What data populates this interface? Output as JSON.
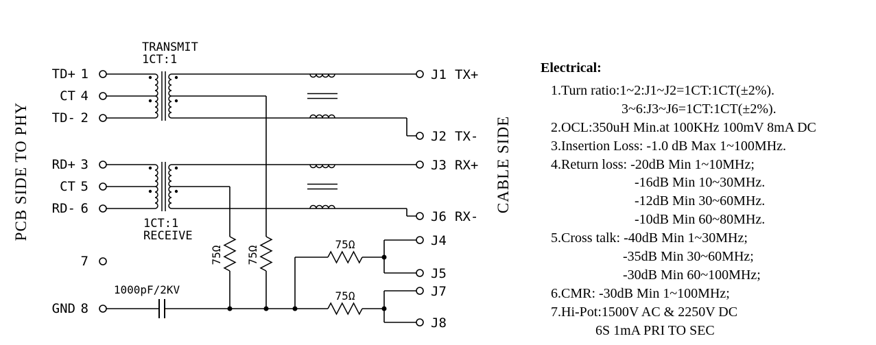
{
  "schematic": {
    "side_labels": {
      "left": "PCB SIDE TO PHY",
      "right": "CABLE SIDE"
    },
    "transformers": {
      "transmit": {
        "line1": "TRANSMIT",
        "line2": "1CT:1"
      },
      "receive": {
        "line1": "1CT:1",
        "line2": "RECEIVE"
      }
    },
    "left_pins": [
      {
        "name": "TD+",
        "number": "1"
      },
      {
        "name": "CT",
        "number": "4"
      },
      {
        "name": "TD-",
        "number": "2"
      },
      {
        "name": "RD+",
        "number": "3"
      },
      {
        "name": "CT",
        "number": "5"
      },
      {
        "name": "RD-",
        "number": "6"
      },
      {
        "name": "",
        "number": "7"
      },
      {
        "name": "GND",
        "number": "8"
      }
    ],
    "right_pins": [
      {
        "label": "J1",
        "signal": "TX+"
      },
      {
        "label": "J2",
        "signal": "TX-"
      },
      {
        "label": "J3",
        "signal": "RX+"
      },
      {
        "label": "J6",
        "signal": "RX-"
      },
      {
        "label": "J4",
        "signal": ""
      },
      {
        "label": "J5",
        "signal": ""
      },
      {
        "label": "J7",
        "signal": ""
      },
      {
        "label": "J8",
        "signal": ""
      }
    ],
    "components": {
      "r_vertical_left": "75Ω",
      "r_vertical_right": "75Ω",
      "r_horizontal_top": "75Ω",
      "r_horizontal_bottom": "75Ω",
      "capacitor": "1000pF/2KV"
    }
  },
  "electrical": {
    "title": "Electrical:",
    "lines": [
      "1.Turn ratio:1~2:J1~J2=1CT:1CT(±2%).",
      "3~6:J3~J6=1CT:1CT(±2%).",
      "2.OCL:350uH Min.at 100KHz 100mV 8mA DC",
      "3.Insertion Loss: -1.0 dB Max 1~100MHz.",
      "4.Return loss: -20dB Min 1~10MHz;",
      "-16dB Min 10~30MHz.",
      "-12dB Min 30~60MHz.",
      "-10dB Min 60~80MHz.",
      "5.Cross talk: -40dB Min 1~30MHz;",
      "-35dB Min 30~60MHz;",
      "-30dB Min 60~100MHz;",
      "6.CMR: -30dB Min 1~100MHz;",
      "7.Hi-Pot:1500V AC & 2250V DC",
      "6S 1mA PRI TO SEC"
    ]
  }
}
